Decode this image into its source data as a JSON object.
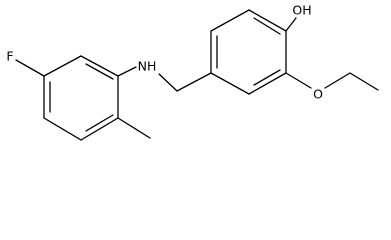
{
  "molecule": {
    "atoms": {
      "fluorine": "F",
      "amine": "NH",
      "hydroxyl": "OH",
      "ether_oxygen": "O"
    }
  }
}
